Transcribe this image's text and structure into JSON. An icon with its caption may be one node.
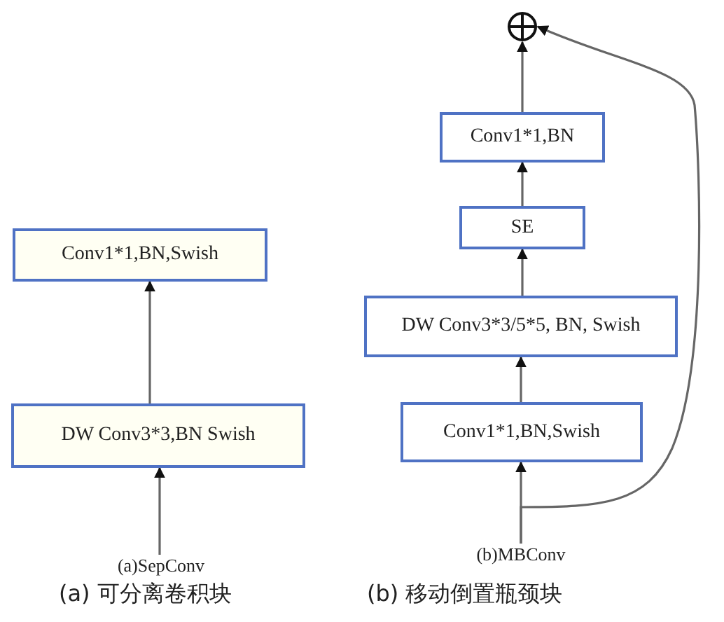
{
  "diagram": {
    "nodes": [
      {
        "text": [
          "Conv1*1,BN,Swish"
        ]
      },
      {
        "text": [
          "DW Conv3*3,BN Swish"
        ]
      },
      {
        "text": [
          "(a)SepConv"
        ]
      },
      {
        "text": [],
        "shape": "circle"
      },
      {
        "text": [
          "Conv1*1,BN"
        ]
      },
      {
        "text": [
          "SE"
        ]
      },
      {
        "text": [
          "DW Conv3*3/5*5, BN, Swish"
        ]
      },
      {
        "text": [
          "Conv1*1,BN,Swish"
        ]
      },
      {
        "text": [
          "(b)MBConv"
        ]
      }
    ],
    "edges": [
      {
        "from": 2,
        "to": 1,
        "arrow": "to"
      },
      {
        "from": 1,
        "to": 0,
        "arrow": "to"
      },
      {
        "from": 8,
        "to": 7,
        "arrow": "to"
      },
      {
        "from": 7,
        "to": 6,
        "arrow": "to"
      },
      {
        "from": 6,
        "to": 5,
        "arrow": "to"
      },
      {
        "from": 5,
        "to": 4,
        "arrow": "to"
      },
      {
        "from": 4,
        "to": 3,
        "arrow": "to"
      },
      {
        "from": 8,
        "to": 3,
        "arrow": "to"
      }
    ],
    "labels": [
      "(a) 可分离卷积块",
      "(b) 移动倒置瓶颈块"
    ]
  }
}
